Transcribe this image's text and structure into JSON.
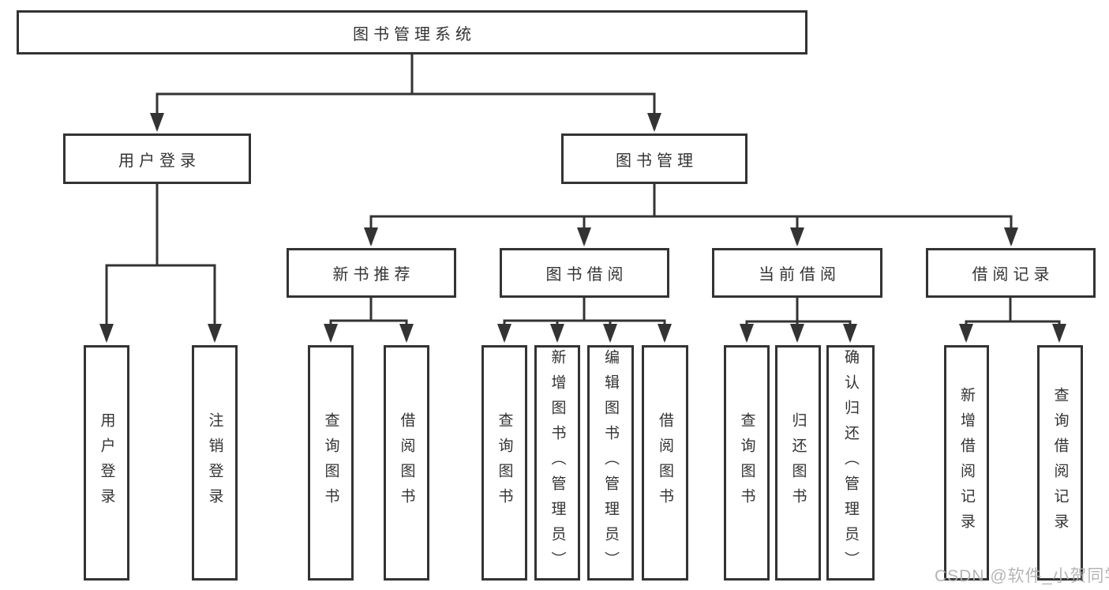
{
  "diagram": {
    "type": "hierarchy-functional-structure",
    "tree": {
      "label": "图书管理系统",
      "children": [
        {
          "label": "用户登录",
          "children": [
            {
              "label": "用户登录"
            },
            {
              "label": "注销登录"
            }
          ]
        },
        {
          "label": "图书管理",
          "children": [
            {
              "label": "新书推荐",
              "children": [
                {
                  "label": "查询图书"
                },
                {
                  "label": "借阅图书"
                }
              ]
            },
            {
              "label": "图书借阅",
              "children": [
                {
                  "label": "查询图书"
                },
                {
                  "label": "新增图书（管理员）"
                },
                {
                  "label": "编辑图书（管理员）"
                },
                {
                  "label": "借阅图书"
                }
              ]
            },
            {
              "label": "当前借阅",
              "children": [
                {
                  "label": "查询图书"
                },
                {
                  "label": "归还图书"
                },
                {
                  "label": "确认归还（管理员）"
                }
              ]
            },
            {
              "label": "借阅记录",
              "children": [
                {
                  "label": "新增借阅记录"
                },
                {
                  "label": "查询借阅记录"
                }
              ]
            }
          ]
        }
      ]
    }
  },
  "watermark": {
    "text": "CSDN @软件_小贺同学"
  },
  "colors": {
    "line": "#333333",
    "box_border": "#333333",
    "text": "#333333",
    "background": "#ffffff",
    "watermark": "#afafaf"
  }
}
